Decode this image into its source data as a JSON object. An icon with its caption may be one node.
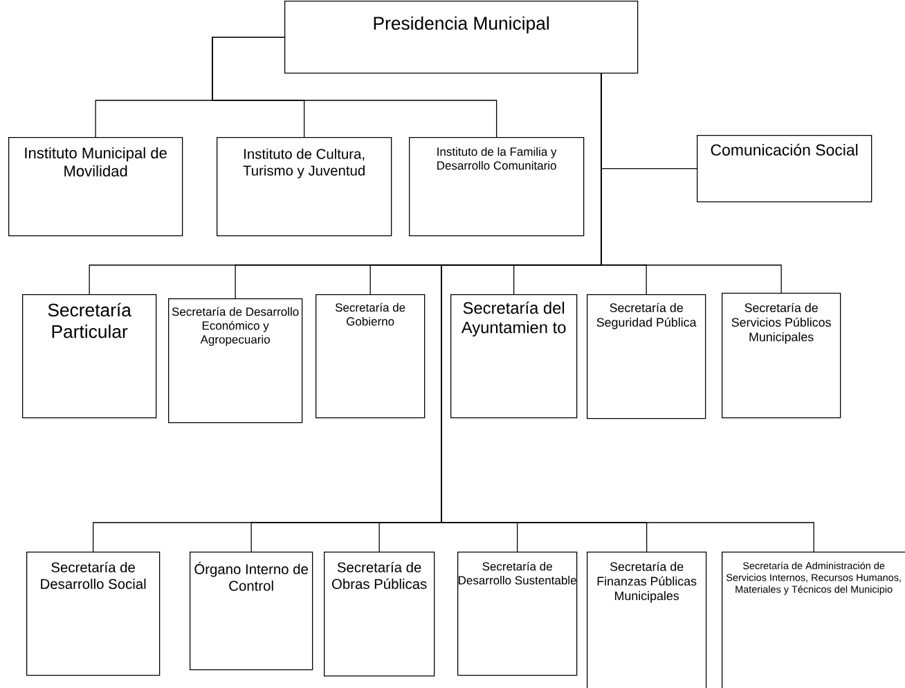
{
  "diagram": {
    "nodes": [
      {
        "text": [
          "Presidencia Municipal"
        ]
      },
      {
        "text": [
          "Instituto Municipal de Movilidad"
        ]
      },
      {
        "text": [
          "Instituto de Cultura, Turismo y Juventud"
        ]
      },
      {
        "text": [
          "Instituto de la Familia y Desarrollo Comunitario"
        ]
      },
      {
        "text": [
          "Comunicación Social"
        ]
      },
      {
        "text": [
          "Secretaría Particular"
        ]
      },
      {
        "text": [
          "Secretaría de Desarrollo Económico y Agropecuario"
        ]
      },
      {
        "text": [
          "Secretaría de Gobierno"
        ]
      },
      {
        "text": [
          "Secretaría del Ayuntamien to"
        ]
      },
      {
        "text": [
          "Secretaría de Seguridad Pública"
        ]
      },
      {
        "text": [
          "Secretaría de Servicios Públicos Municipales"
        ]
      },
      {
        "text": [
          "Secretaría de Desarrollo Social"
        ]
      },
      {
        "text": [
          "Órgano Interno de Control"
        ]
      },
      {
        "text": [
          "Secretaría de Obras Públicas"
        ]
      },
      {
        "text": [
          "Secretaría de Desarrollo Sustentable"
        ]
      },
      {
        "text": [
          "Secretaría de Finanzas Públicas Municipales"
        ]
      },
      {
        "text": [
          "Secretaría de Administración de Servicios Internos, Recursos Humanos, Materiales y Técnicos del Municipio"
        ]
      }
    ],
    "edges": [
      {
        "from": 0,
        "to": 1,
        "arrow": "none"
      },
      {
        "from": 0,
        "to": 2,
        "arrow": "none"
      },
      {
        "from": 0,
        "to": 3,
        "arrow": "none"
      },
      {
        "from": 0,
        "to": 4,
        "arrow": "none"
      },
      {
        "from": 0,
        "to": 5,
        "arrow": "none"
      },
      {
        "from": 0,
        "to": 6,
        "arrow": "none"
      },
      {
        "from": 0,
        "to": 7,
        "arrow": "none"
      },
      {
        "from": 0,
        "to": 8,
        "arrow": "none"
      },
      {
        "from": 0,
        "to": 9,
        "arrow": "none"
      },
      {
        "from": 0,
        "to": 10,
        "arrow": "none"
      },
      {
        "from": 0,
        "to": 11,
        "arrow": "none"
      },
      {
        "from": 0,
        "to": 12,
        "arrow": "none"
      },
      {
        "from": 0,
        "to": 13,
        "arrow": "none"
      },
      {
        "from": 0,
        "to": 14,
        "arrow": "none"
      },
      {
        "from": 0,
        "to": 15,
        "arrow": "none"
      },
      {
        "from": 0,
        "to": 16,
        "arrow": "none"
      }
    ]
  }
}
